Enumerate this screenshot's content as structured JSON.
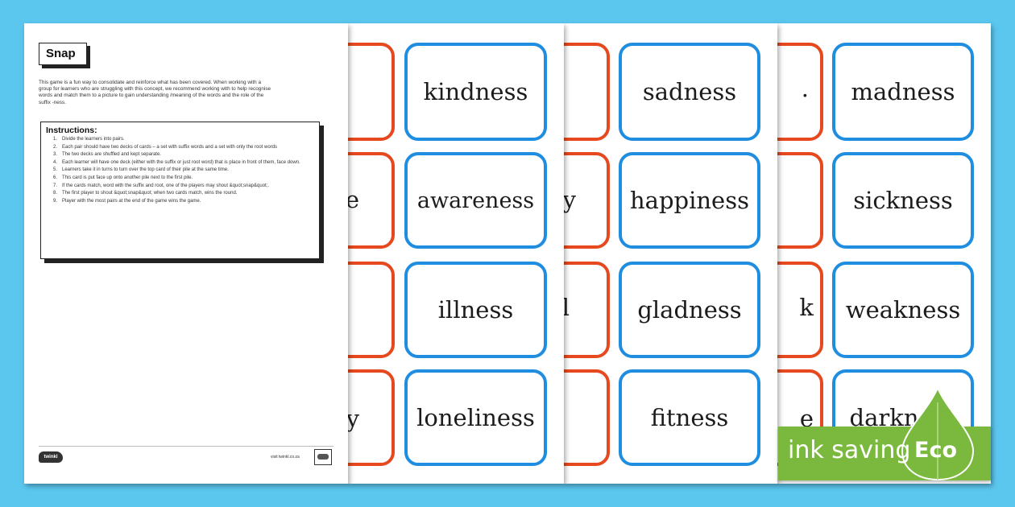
{
  "worksheet": {
    "title": "Snap",
    "intro": "This game is a fun way to consolidate and reinforce what has been covered. When working with a group for learners who are struggling with this concept, we recommend working with to help recognise words and match them to a picture to gain understanding /meaning of the words and the role of the suffix -ness.",
    "instructions_heading": "Instructions:",
    "steps": [
      {
        "n": "1.",
        "text": "Divide the learners into pairs."
      },
      {
        "n": "2.",
        "text": "Each pair should have two decks of cards – a set with suffix words and a set with only the root words"
      },
      {
        "n": "3.",
        "text": "The two decks are shuffled and kept separate."
      },
      {
        "n": "4.",
        "text": "Each learner will have one deck (either with the suffix or just root word) that is place in front of them, face down."
      },
      {
        "n": "5.",
        "text": "Learners take it in turns to turn over the top card of their pile at the same time."
      },
      {
        "n": "6.",
        "text": "This card is put face up onto another pile next to the first pile."
      },
      {
        "n": "7.",
        "text": "If the cards match, word with the suffix and root, one of the players may shout &quot;snap&quot;."
      },
      {
        "n": "8.",
        "text": "The first player to shout &quot;snap&quot; when two cards match, wins the round."
      },
      {
        "n": "9.",
        "text": "Player with the most pairs at the end of the game wins the game."
      }
    ],
    "logo_text": "twinkl",
    "footer_text": "visit twinkl.co.za"
  },
  "sheets": [
    {
      "fragments": [
        ".",
        "e",
        "",
        "y"
      ],
      "words": [
        "kindness",
        "awareness",
        "illness",
        "loneliness"
      ]
    },
    {
      "fragments": [
        "",
        "y",
        "l",
        ""
      ],
      "words": [
        "sadness",
        "happiness",
        "gladness",
        "fitness"
      ]
    },
    {
      "fragments": [
        ".",
        "",
        "k",
        "e"
      ],
      "words": [
        "madness",
        "sickness",
        "weakness",
        "darkness"
      ]
    }
  ],
  "badge": {
    "label": "ink saving",
    "tag": "Eco"
  },
  "colors": {
    "background": "#5bc7ef",
    "root_card_border": "#e7491f",
    "suffix_card_border": "#1f8de0",
    "eco_green": "#7ab93d"
  }
}
